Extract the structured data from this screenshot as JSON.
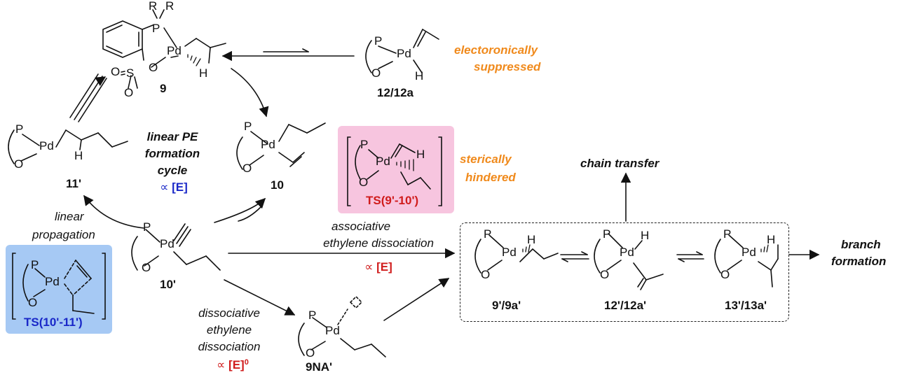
{
  "atoms": {
    "R": "R",
    "P": "P",
    "Pd": "Pd",
    "O": "O",
    "S": "S",
    "H": "H"
  },
  "compounds": {
    "c9": "9",
    "c12": "12/12a",
    "c11p": "11'",
    "c10": "10",
    "c10p": "10'",
    "c9na": "9NA'",
    "c9p": "9'/9a'",
    "c12p": "12'/12a'",
    "c13p": "13'/13a'"
  },
  "annotations": {
    "electronic_1": "electoronically",
    "electronic_2": "suppressed",
    "steric_1": "sterically",
    "steric_2": "hindered",
    "cycle_1": "linear PE",
    "cycle_2": "formation",
    "cycle_3": "cycle",
    "cycle_dep_sym": "∝",
    "cycle_dep": "[E]",
    "linprop_1": "linear",
    "linprop_2": "propagation",
    "assoc_1": "associative",
    "assoc_2": "ethylene dissociation",
    "assoc_dep_sym": "∝",
    "assoc_dep": "[E]",
    "dissoc_1": "dissociative",
    "dissoc_2": "ethylene",
    "dissoc_3": "dissociation",
    "dissoc_dep_sym": "∝",
    "dissoc_dep": "[E]",
    "dissoc_dep_sup": "0",
    "chain_transfer": "chain transfer",
    "branch_1": "branch",
    "branch_2": "formation"
  },
  "transition_states": {
    "ts_pink": "TS(9'-10')",
    "ts_blue": "TS(10'-11')"
  },
  "colors": {
    "orange": "#f08a1c",
    "red": "#d01c1c",
    "blue": "#1a28c8",
    "pink_box": "#f7c5df",
    "blue_box": "#a6c9f4"
  }
}
